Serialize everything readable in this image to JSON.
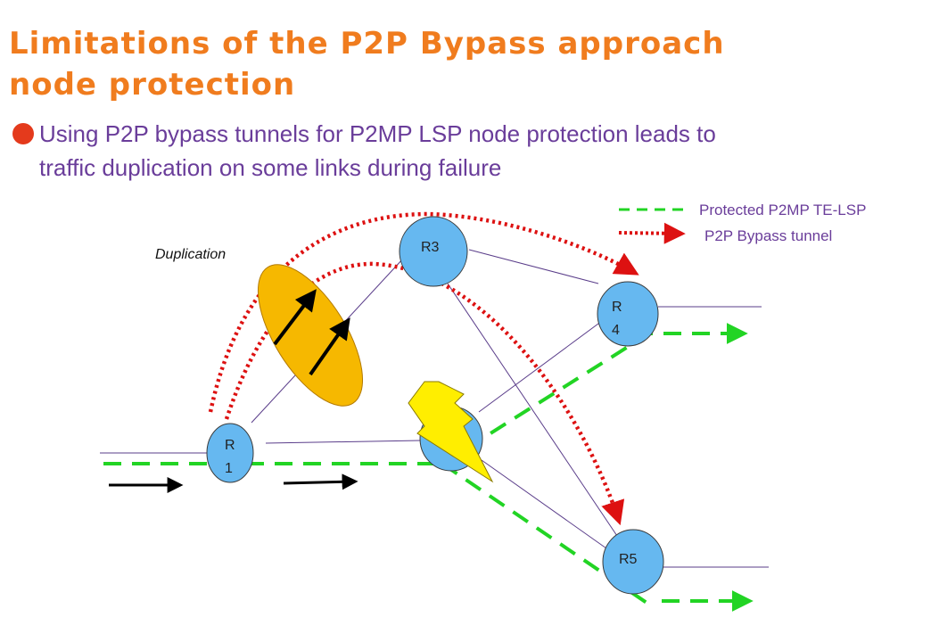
{
  "slide": {
    "title_line1": "Limitations of the P2P Bypass approach",
    "title_line2": "node protection",
    "bullet_line1": "Using P2P bypass tunnels for P2MP LSP node protection leads to",
    "bullet_line2": "traffic duplication on some links during failure"
  },
  "legend": {
    "protected_label": "Protected P2MP TE-LSP",
    "bypass_label": "P2P Bypass tunnel"
  },
  "annotation": {
    "duplication_label": "Duplication"
  },
  "nodes": {
    "r1_line1": "R",
    "r1_line2": "1",
    "r3": "R3",
    "r4_line1": "R",
    "r4_line2": "4",
    "r5": "R5"
  },
  "colors": {
    "title": "#f07c1e",
    "bullet": "#e43a1c",
    "body_text": "#6a3d9a",
    "node_fill": "#66b8f0",
    "link": "#5a3d8a",
    "protected_lsp": "#22d424",
    "bypass_tunnel": "#dd1111",
    "duplication_ellipse": "#f6b800",
    "failure_bolt": "#ffee00"
  },
  "icons": {
    "failure": "lightning-bolt-icon",
    "bullet": "bullet-dot-icon"
  }
}
